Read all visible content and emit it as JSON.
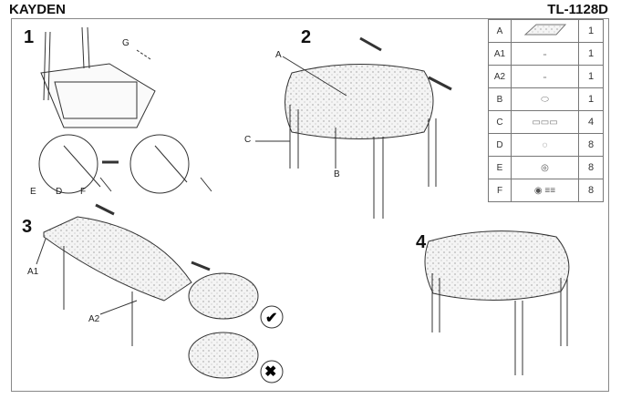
{
  "header": {
    "model_name": "KAYDEN",
    "model_code": "TL-1128D"
  },
  "steps": [
    "1",
    "2",
    "3",
    "4"
  ],
  "labels": {
    "g": "G",
    "e": "E",
    "d": "D",
    "f": "F",
    "a": "A",
    "b": "B",
    "c": "C",
    "a1": "A1",
    "a2": "A2"
  },
  "parts": [
    {
      "id": "A",
      "qty": "1",
      "icon": "tabletop-icon"
    },
    {
      "id": "A1",
      "qty": "1",
      "icon": "extension-leaf-icon"
    },
    {
      "id": "A2",
      "qty": "1",
      "icon": "extension-leaf-icon"
    },
    {
      "id": "B",
      "qty": "1",
      "icon": "frame-icon"
    },
    {
      "id": "C",
      "qty": "4",
      "icon": "leg-icon"
    },
    {
      "id": "D",
      "qty": "8",
      "icon": "spring-washer-icon"
    },
    {
      "id": "E",
      "qty": "8",
      "icon": "washer-icon"
    },
    {
      "id": "F",
      "qty": "8",
      "icon": "bolt-icon"
    }
  ],
  "marks": {
    "correct": "check-icon",
    "wrong": "cross-icon"
  }
}
